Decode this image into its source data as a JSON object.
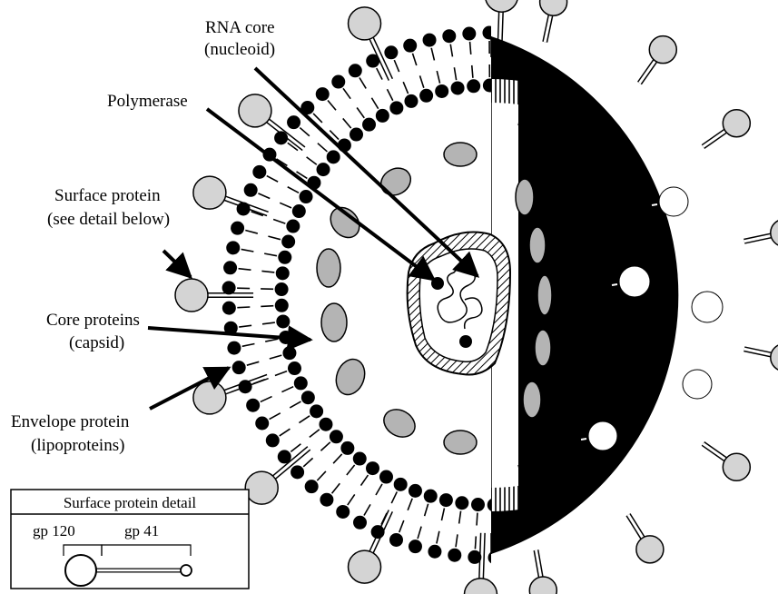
{
  "labels": {
    "rna_core": "RNA core",
    "rna_core_sub": "(nucleoid)",
    "polymerase": "Polymerase",
    "surface_protein": "Surface protein",
    "surface_protein_sub": "(see detail below)",
    "core_proteins": "Core proteins",
    "core_proteins_sub": "(capsid)",
    "envelope_protein": "Envelope protein",
    "envelope_protein_sub": "(lipoproteins)"
  },
  "detail_box": {
    "title": "Surface protein detail",
    "gp120": "gp 120",
    "gp41": "gp 41"
  },
  "colors": {
    "ink": "#000000",
    "stipple_light": "#d4d4d4",
    "stipple_mid": "#b4b4b4",
    "background": "#ffffff"
  }
}
